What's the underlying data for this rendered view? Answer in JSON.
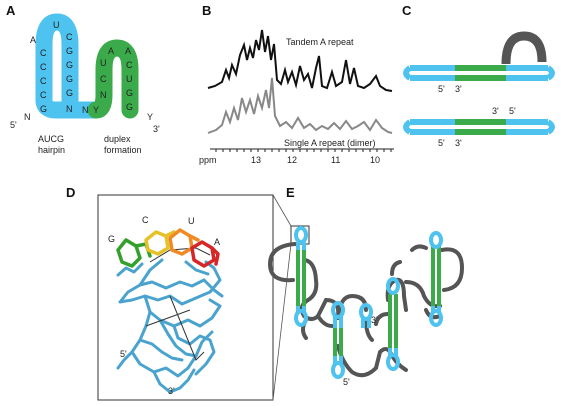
{
  "panels": {
    "a": {
      "letter": "A",
      "hairpin_label_line1": "AUCG",
      "hairpin_label_line2": "hairpin",
      "duplex_label_line1": "duplex",
      "duplex_label_line2": "formation",
      "end5": "5'",
      "end3": "3'",
      "nts": [
        "A",
        "U",
        "C",
        "G",
        "C",
        "C",
        "G",
        "G",
        "C",
        "C",
        "G",
        "G",
        "N",
        "N",
        "Y",
        "N",
        "U",
        "A",
        "A",
        "C",
        "C",
        "U",
        "G",
        "G",
        "Y"
      ],
      "colors": {
        "hairpin": "#4ec3ef",
        "duplex": "#3aaa4a"
      }
    },
    "b": {
      "letter": "B",
      "top_label": "Tandem A repeat",
      "bottom_label": "Single A repeat (dimer)",
      "axis_unit": "ppm",
      "ticks": [
        "13",
        "12",
        "11",
        "10"
      ]
    },
    "c": {
      "letter": "C",
      "top_end5": "5'",
      "top_end3": "3'",
      "bottom_end5a": "5'",
      "bottom_end3a": "3'",
      "bottom_end3b": "3'",
      "bottom_end5b": "5'"
    },
    "d": {
      "letter": "D",
      "nt_labels": [
        "G",
        "C",
        "U",
        "A"
      ],
      "end5": "5'",
      "end3": "3'",
      "colors": {
        "G": "#33a02c",
        "C": "#e6c229",
        "U": "#f08a24",
        "A": "#d62728",
        "backbone": "#4aa3cf"
      }
    },
    "e": {
      "letter": "E",
      "end5": "5'",
      "end3": "3'",
      "colors": {
        "loop": "#4ec3ef",
        "stem": "#3aaa4a",
        "linker": "#555555"
      }
    }
  }
}
